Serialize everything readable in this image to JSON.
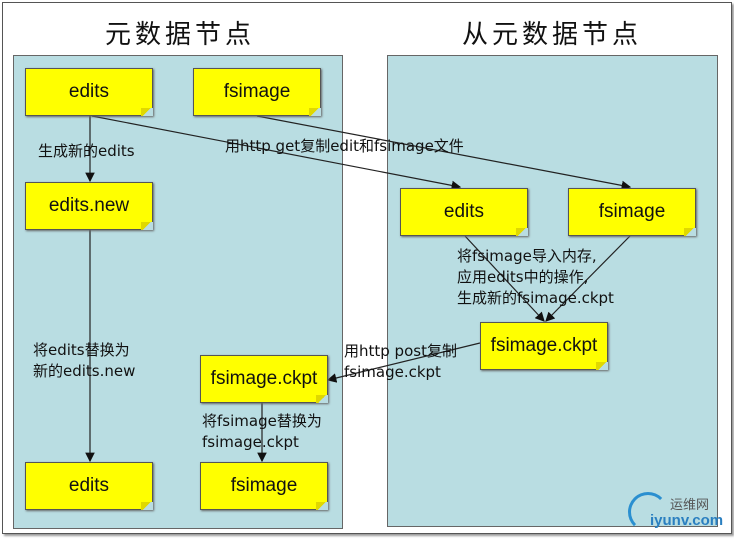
{
  "titles": {
    "primary": "元数据节点",
    "secondary": "从元数据节点"
  },
  "primary": {
    "edits": "edits",
    "fsimage": "fsimage",
    "edits_new": "edits.new",
    "edits_final": "edits",
    "fsimage_ckpt": "fsimage.ckpt",
    "fsimage_final": "fsimage"
  },
  "secondary": {
    "edits": "edits",
    "fsimage": "fsimage",
    "fsimage_ckpt": "fsimage.ckpt"
  },
  "labels": {
    "gen_edits": "生成新的edits",
    "http_get": "用http get复制edit和fsimage文件",
    "merge": [
      "将fsimage导入内存,",
      "应用edits中的操作,",
      "生成新的fsimage.ckpt"
    ],
    "http_post": [
      "用http post复制",
      "fsimage.ckpt"
    ],
    "replace_edits": [
      "将edits替换为",
      "新的edits.new"
    ],
    "replace_fsimage": [
      "将fsimage替换为",
      "fsimage.ckpt"
    ]
  },
  "watermark": {
    "cn": "运维网",
    "en": "iyunv.com"
  }
}
